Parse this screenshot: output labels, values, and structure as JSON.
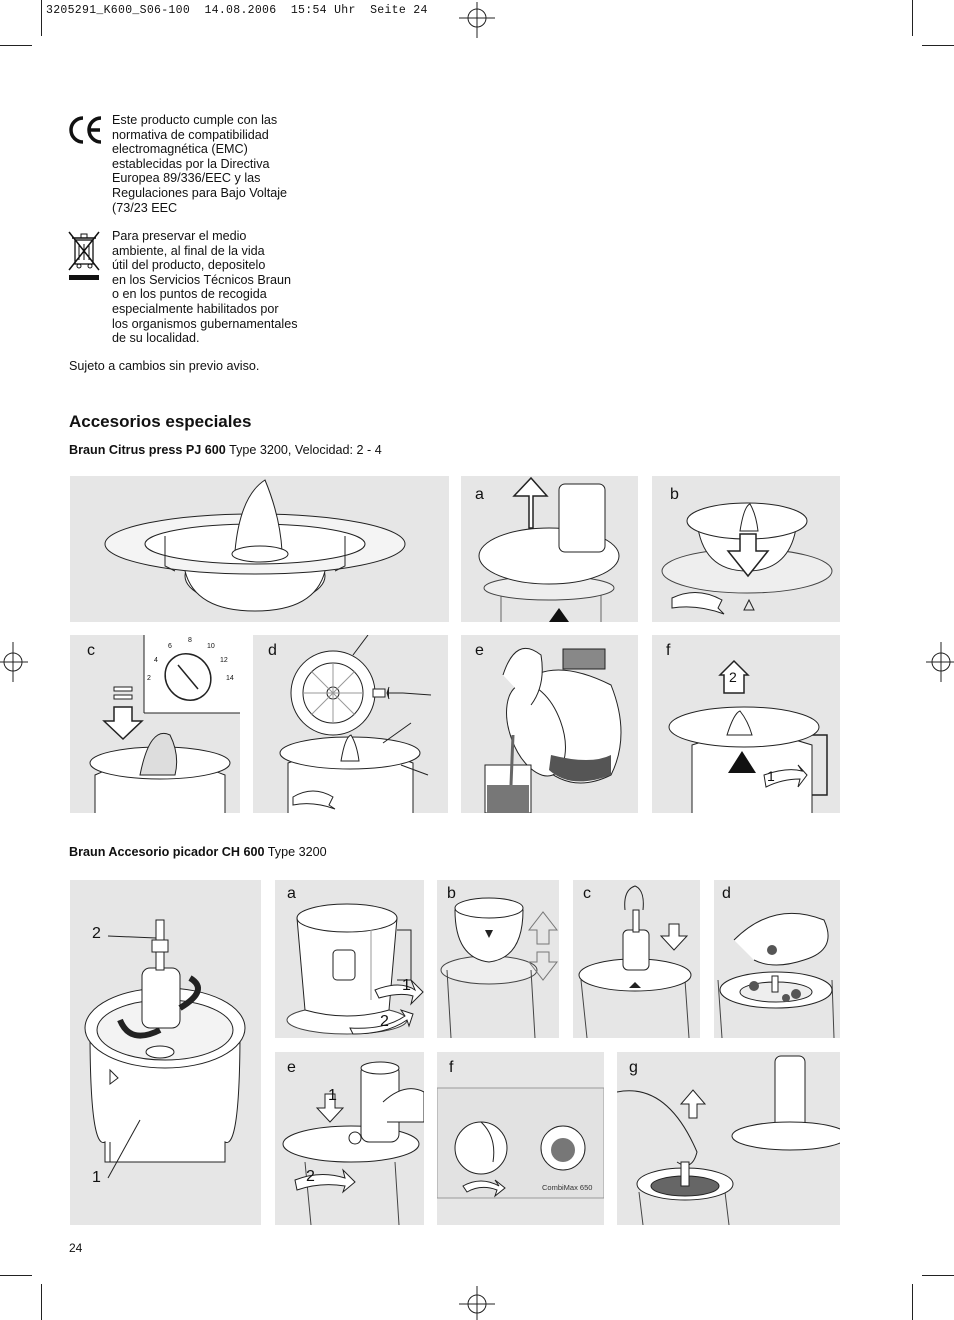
{
  "header": {
    "filename": "3205291_K600_S06-100",
    "date": "14.08.2006",
    "time": "15:54 Uhr",
    "page_label": "Seite 24"
  },
  "notices": {
    "ce_text": "Este producto cumple con las\nnormativa de compatibilidad\nelectromagnética (EMC)\nestablecidas por la Directiva\nEuropea 89/336/EEC y las\nRegulaciones para Bajo Voltaje\n(73/23 EEC",
    "weee_text": "Para preservar el medio\nambiente, al final de la vida\nútil del producto, depositelo\nen los Servicios Técnicos Braun\no en los puntos de recogida\nespecialmente habilitados por\nlos organismos gubernamentales\nde su localidad.",
    "subject_to_change": "Sujeto a cambios sin previo aviso."
  },
  "section": {
    "title": "Accesorios especiales",
    "citrus": {
      "product_bold": "Braun Citrus press PJ 600",
      "product_rest": " Type 3200, Velocidad: 2 - 4",
      "panel_labels": [
        "a",
        "b",
        "c",
        "d",
        "e",
        "f"
      ],
      "dial_numbers": [
        "2",
        "4",
        "6",
        "8",
        "10",
        "12",
        "14"
      ],
      "step_numbers": [
        "2",
        "1"
      ]
    },
    "chopper": {
      "product_bold": "Braun Accesorio picador CH 600",
      "product_rest": " Type 3200",
      "panel_labels": [
        "a",
        "b",
        "c",
        "d",
        "e",
        "f",
        "g"
      ],
      "part_numbers": [
        "2",
        "1"
      ],
      "step_numbers": [
        "1",
        "2",
        "1",
        "2"
      ],
      "device_label": "CombiMax 650"
    }
  },
  "footer": {
    "page_number": "24"
  }
}
